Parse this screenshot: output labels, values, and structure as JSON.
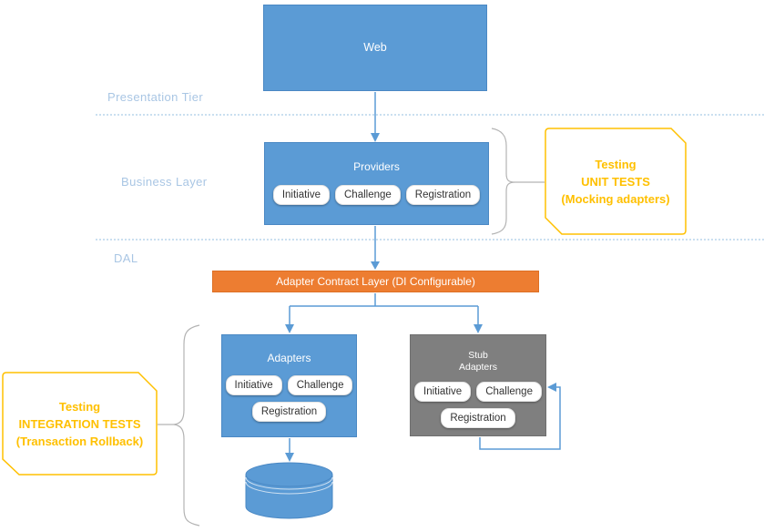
{
  "tiers": [
    "Presentation Tier",
    "Business Layer",
    "DAL"
  ],
  "nodes": {
    "web": {
      "title": "Web"
    },
    "providers": {
      "title": "Providers",
      "pills": [
        "Initiative",
        "Challenge",
        "Registration"
      ]
    },
    "adapter_contract_layer": {
      "title": "Adapter Contract Layer (DI Configurable)"
    },
    "adapters": {
      "title": "Adapters",
      "pills": [
        "Initiative",
        "Challenge",
        "Registration"
      ]
    },
    "stub_adapters": {
      "title": "Stub\nAdapters",
      "pills": [
        "Initiative",
        "Challenge",
        "Registration"
      ]
    },
    "database": {
      "shape": "cylinder"
    }
  },
  "annotations": {
    "unit_tests": {
      "lines": [
        "Testing",
        "UNIT TESTS",
        "(Mocking adapters)"
      ]
    },
    "integration_tests": {
      "lines": [
        "Testing",
        "INTEGRATION TESTS",
        "(Transaction Rollback)"
      ]
    }
  },
  "colors": {
    "node_blue": "#5B9BD5",
    "node_gray": "#7F7F7F",
    "bar_orange": "#ED7D31",
    "annotation_yellow": "#FFC000",
    "tier_label_blue": "#A9C6E4",
    "connector_blue": "#5B9BD5",
    "connector_gray": "#B3B3B3"
  }
}
